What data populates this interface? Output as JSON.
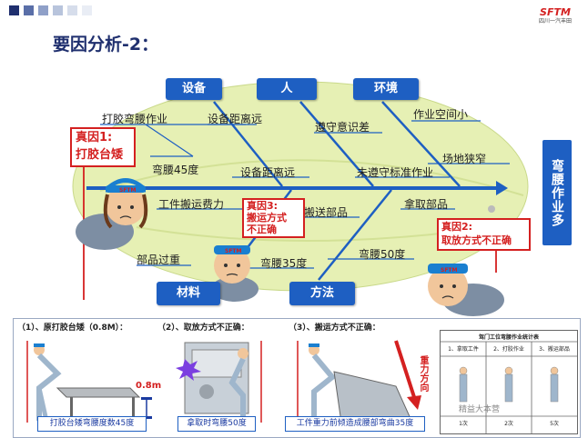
{
  "header": {
    "logo_text": "SFTM",
    "logo_sub": "四川一汽丰田",
    "title": "要因分析-2："
  },
  "fishbone": {
    "categories_top": [
      "设备",
      "人",
      "环境"
    ],
    "categories_bottom": [
      "材料",
      "方法"
    ],
    "effect": "弯腰作业多",
    "causes": {
      "c1": "打胶弯腰作业",
      "c2": "设备距离远",
      "c3": "遵守意识差",
      "c4": "作业空间小",
      "c5": "弯腰45度",
      "c6": "设备距离远",
      "c7": "未遵守标准作业",
      "c8": "场地狭窄",
      "c9": "工件搬运费力",
      "c10": "搬送部品",
      "c11": "拿取部品",
      "c12": "部品过重",
      "c13": "弯腰35度",
      "c14": "弯腰50度"
    },
    "root_causes": {
      "r1_title": "真因1:",
      "r1_text": "打胶台矮",
      "r2_title": "真因2:",
      "r2_text": "取放方式不正确",
      "r3_title": "真因3:",
      "r3_line1": "搬运方式",
      "r3_line2": "不正确"
    }
  },
  "bottom": {
    "step1_title": "（1）、原打胶台矮（0.8M）：",
    "step2_title": "（2）、取放方式不正确：",
    "step3_title": "（3）、搬运方式不正确：",
    "height_label": "0.8m",
    "gravity_label": "重力方向",
    "cap1": "打胶台矮弯腰度数45度",
    "cap2": "拿取时弯腰50度",
    "cap3": "工件重力前倾造成腰部弯曲35度",
    "table": {
      "title": "驾门工位弯腰作业统计表",
      "headers": [
        "1、拿取工件",
        "2、打胶作业",
        "3、搬运部品"
      ],
      "counts": [
        "1次",
        "2次",
        "5次"
      ]
    },
    "watermark": "精益大本营"
  },
  "colors": {
    "accent": "#1e5fc2",
    "root": "#d42020",
    "spine": "#1e5fc2"
  }
}
